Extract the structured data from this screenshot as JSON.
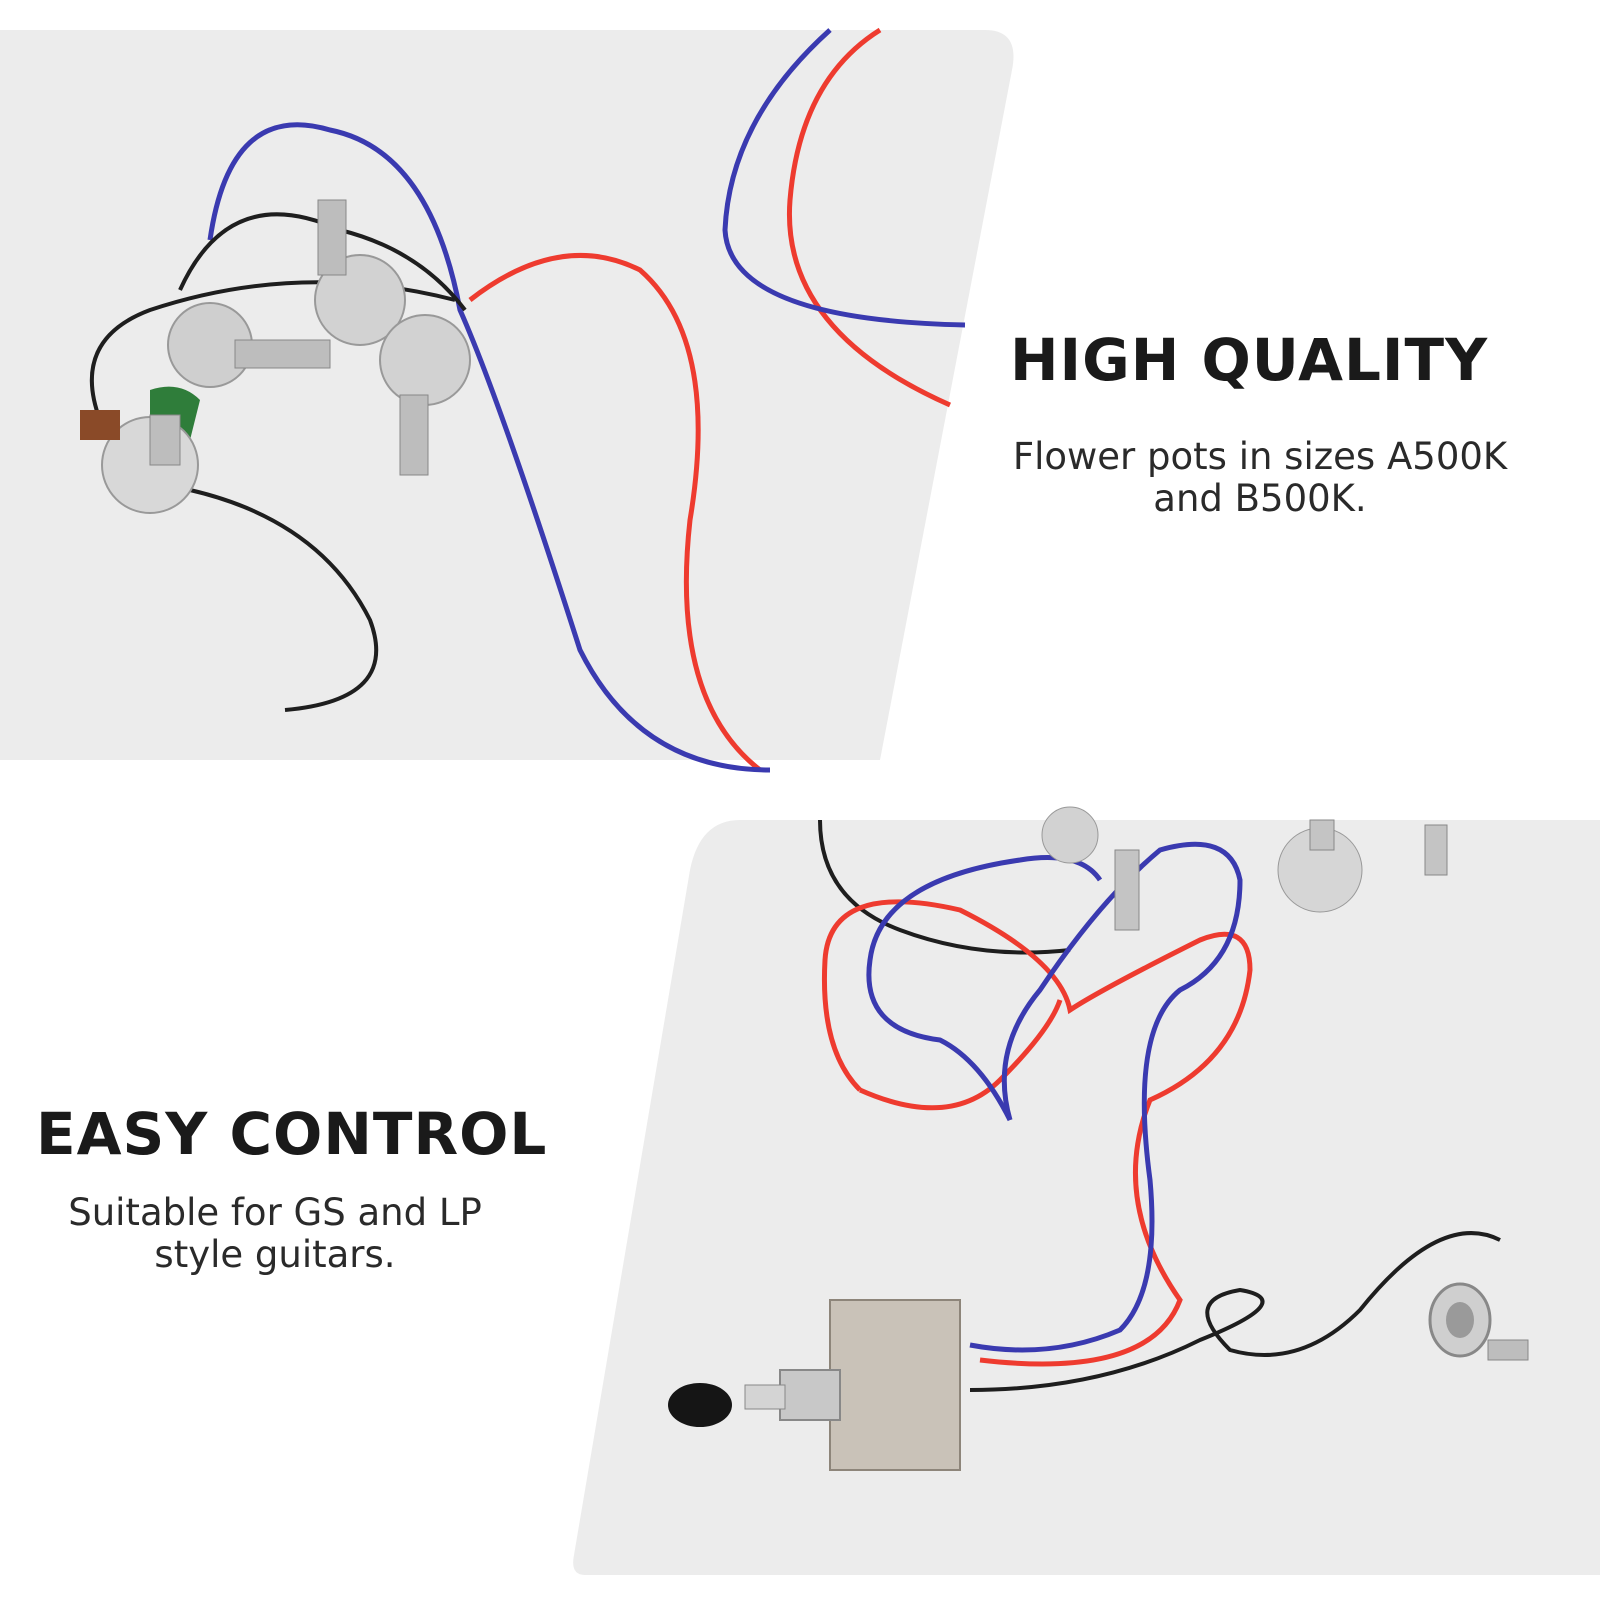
{
  "panels": [
    {
      "id": "top",
      "heading": "HIGH QUALITY",
      "subtitle_line1": "Flower pots in sizes A500K",
      "subtitle_line2": "and B500K."
    },
    {
      "id": "bottom",
      "heading": "EASY CONTROL",
      "subtitle_line1": "Suitable for GS and LP",
      "subtitle_line2": "style guitars."
    }
  ],
  "colors": {
    "panel_bg": "#eeeeee",
    "wire_red": "#ee3b2f",
    "wire_blue": "#3a3ab0",
    "wire_black": "#1e1e1e",
    "heading": "#1a1a1a"
  }
}
